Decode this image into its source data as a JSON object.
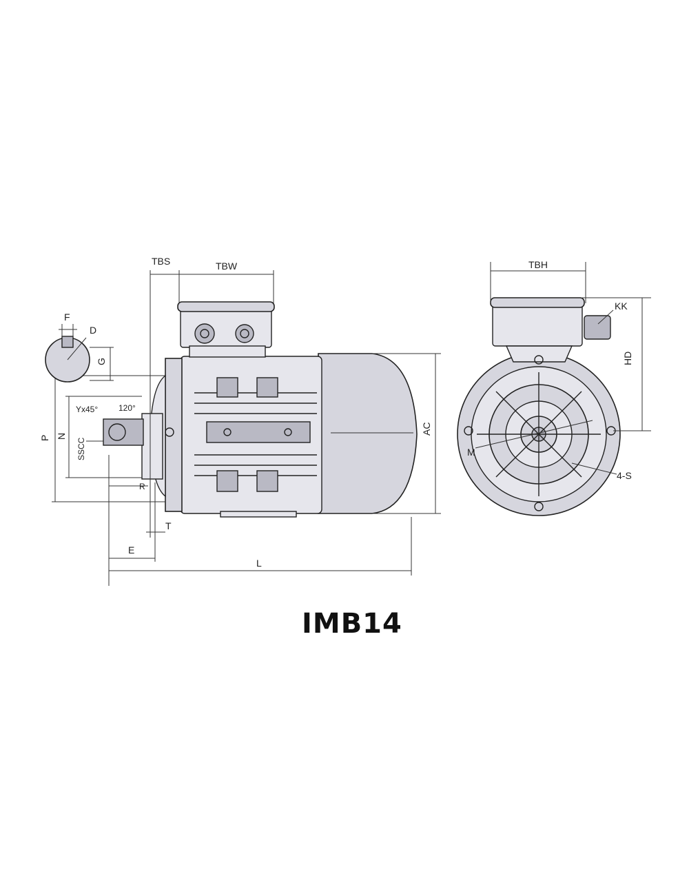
{
  "title": "IMB14",
  "labels": {
    "tbs": "TBS",
    "tbw": "TBW",
    "tbh": "TBH",
    "kk": "KK",
    "hd": "HD",
    "ac": "AC",
    "m": "M",
    "four_s": "4-S",
    "f": "F",
    "d": "D",
    "g": "G",
    "p": "P",
    "n": "N",
    "yx45": "Yx45°",
    "angle120": "120°",
    "sscc": "SSCC",
    "r": "R",
    "t": "T",
    "e": "E",
    "l": "L"
  }
}
